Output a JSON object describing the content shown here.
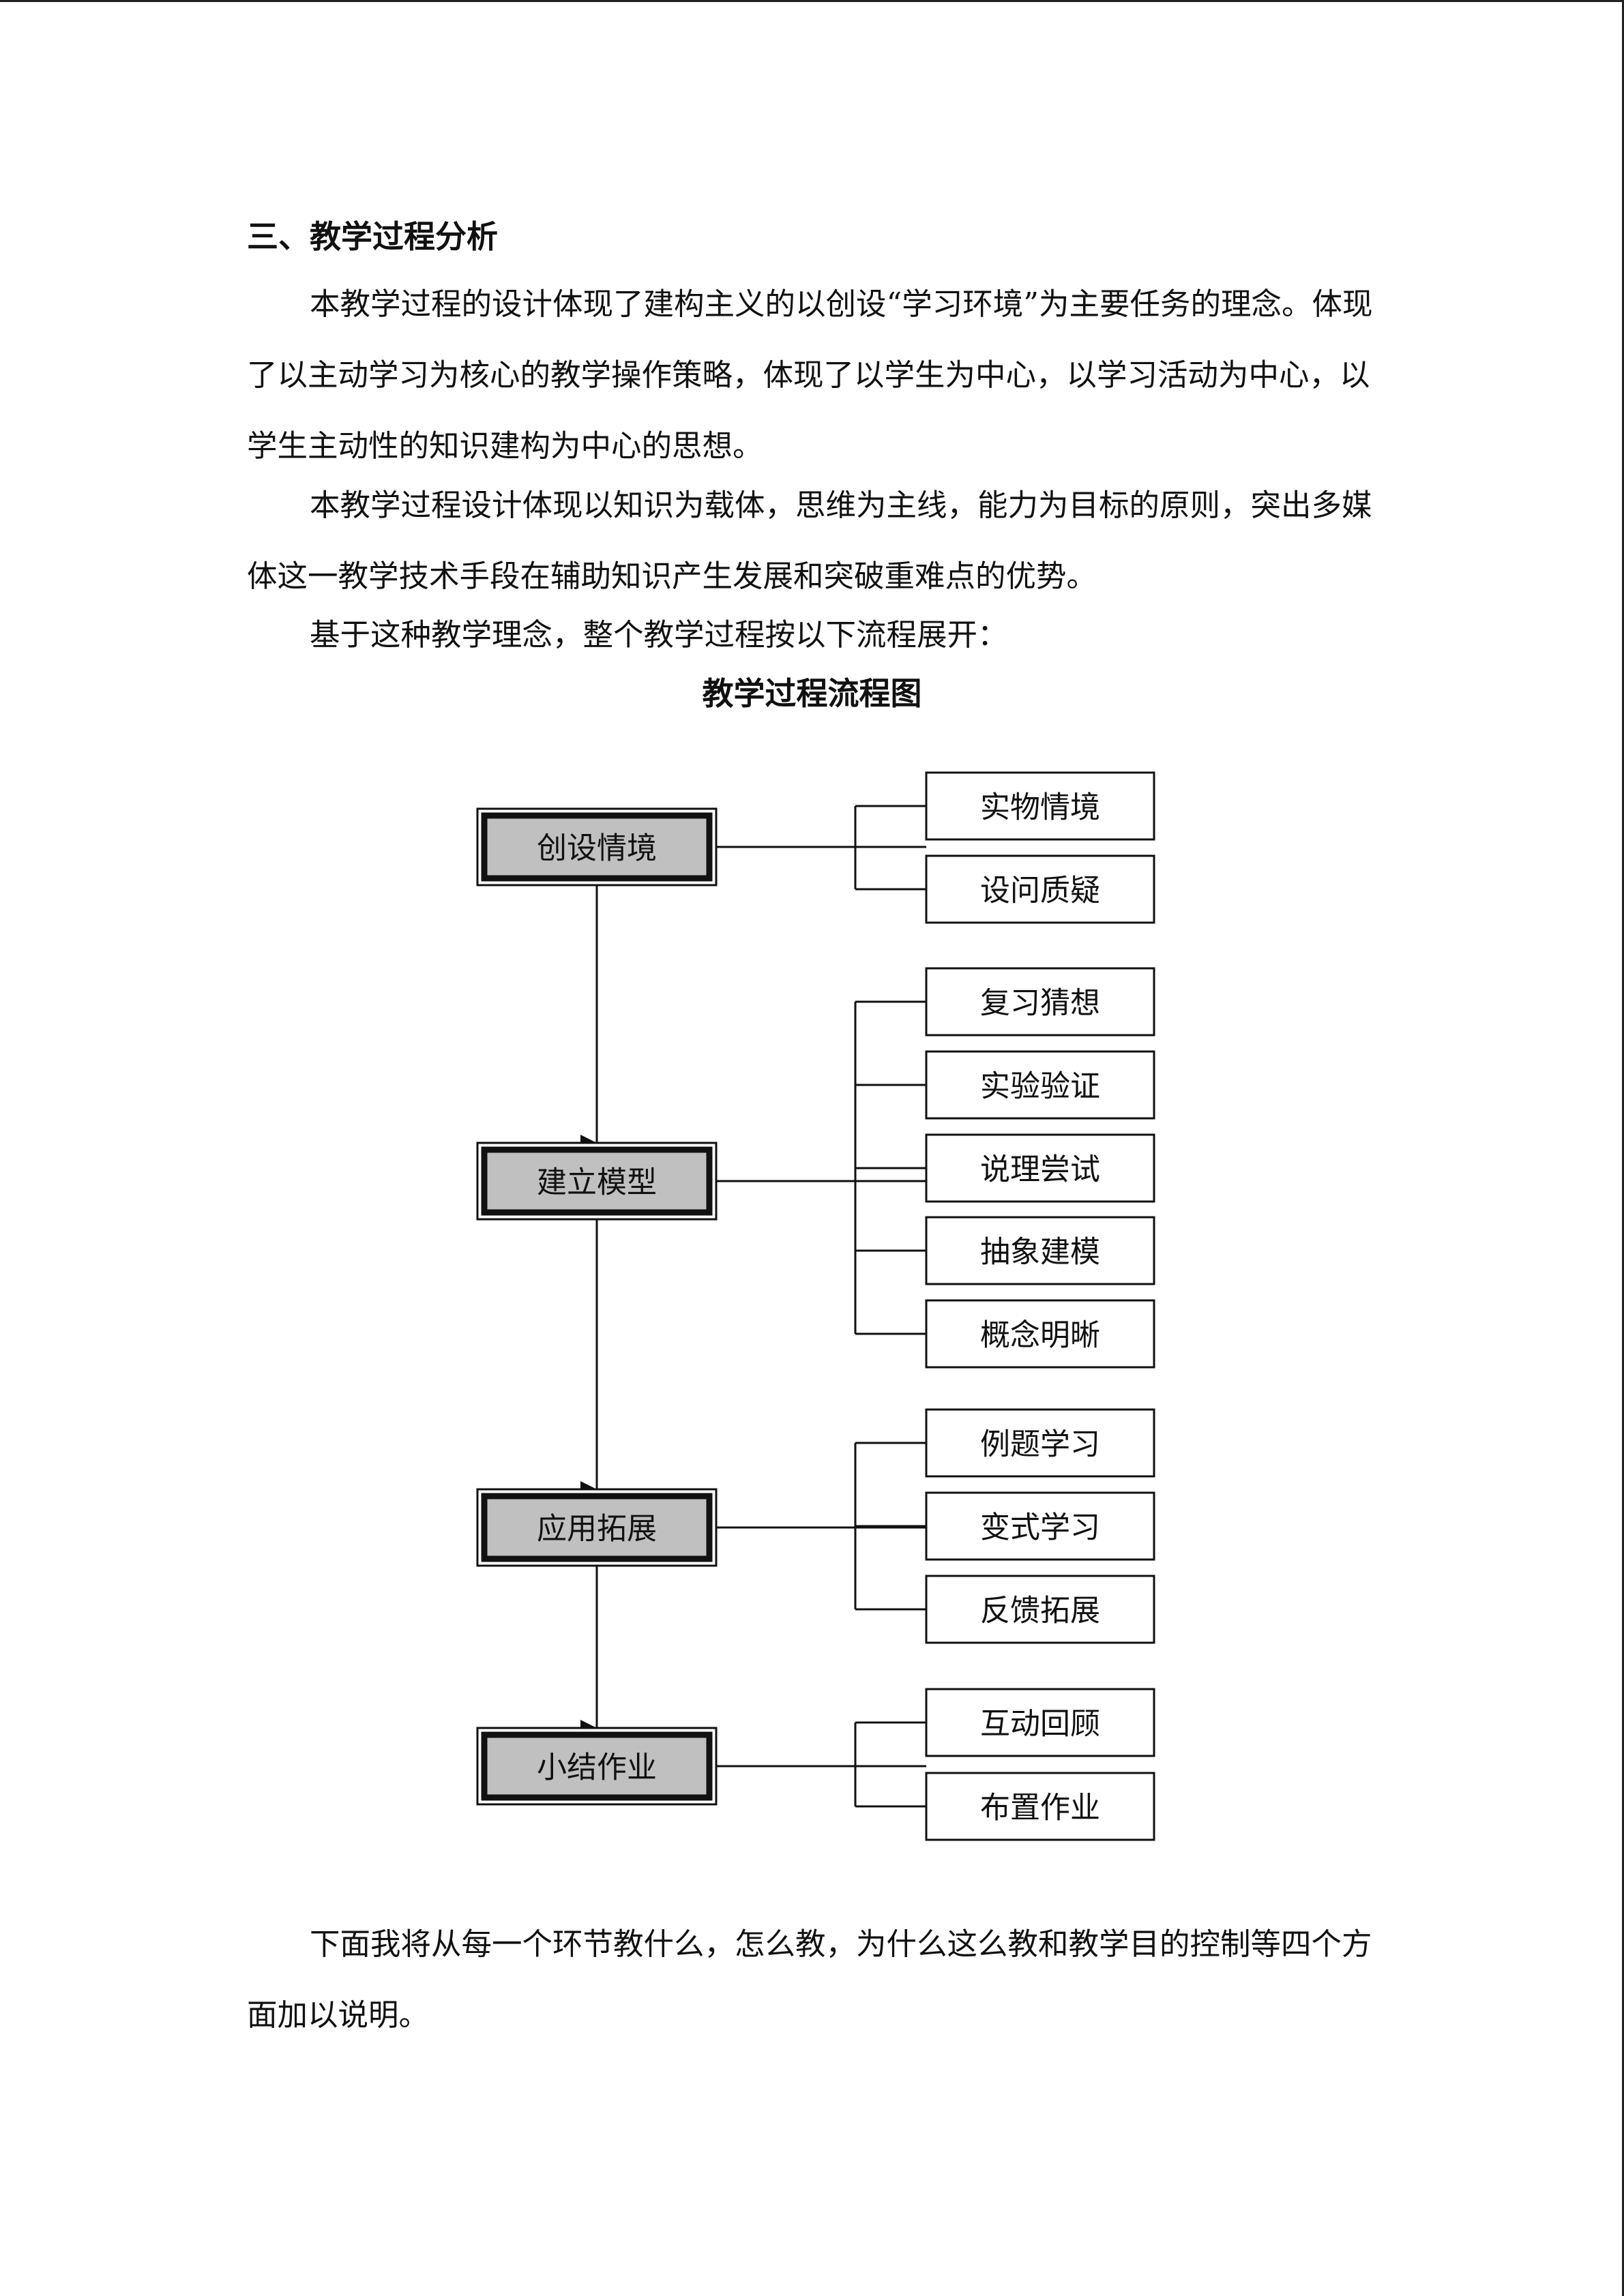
{
  "section": {
    "heading": "三、教学过程分析"
  },
  "paragraphs": [
    "本教学过程的设计体现了建构主义的以创设“学习环境”为主要任务的理念。体现了以主动学习为核心的教学操作策略，体现了以学生为中心，以学习活动为中心，以学生主动性的知识建构为中心的思想。",
    "本教学过程设计体现以知识为载体，思维为主线，能力为目标的原则，突出多媒体这一教学技术手段在辅助知识产生发展和突破重难点的优势。",
    "基于这种教学理念，整个教学过程按以下流程展开：",
    "下面我将从每一个环节教什么，怎么教，为什么这么教和教学目的控制等四个方面加以说明。"
  ],
  "flowchart": {
    "title": "教学过程流程图",
    "stages": [
      {
        "label": "创设情境",
        "steps": [
          "实物情境",
          "设问质疑"
        ]
      },
      {
        "label": "建立模型",
        "steps": [
          "复习猜想",
          "实验验证",
          "说理尝试",
          "抽象建模",
          "概念明晰"
        ]
      },
      {
        "label": "应用拓展",
        "steps": [
          "例题学习",
          "变式学习",
          "反馈拓展"
        ]
      },
      {
        "label": "小结作业",
        "steps": [
          "互动回顾",
          "布置作业"
        ]
      }
    ]
  }
}
